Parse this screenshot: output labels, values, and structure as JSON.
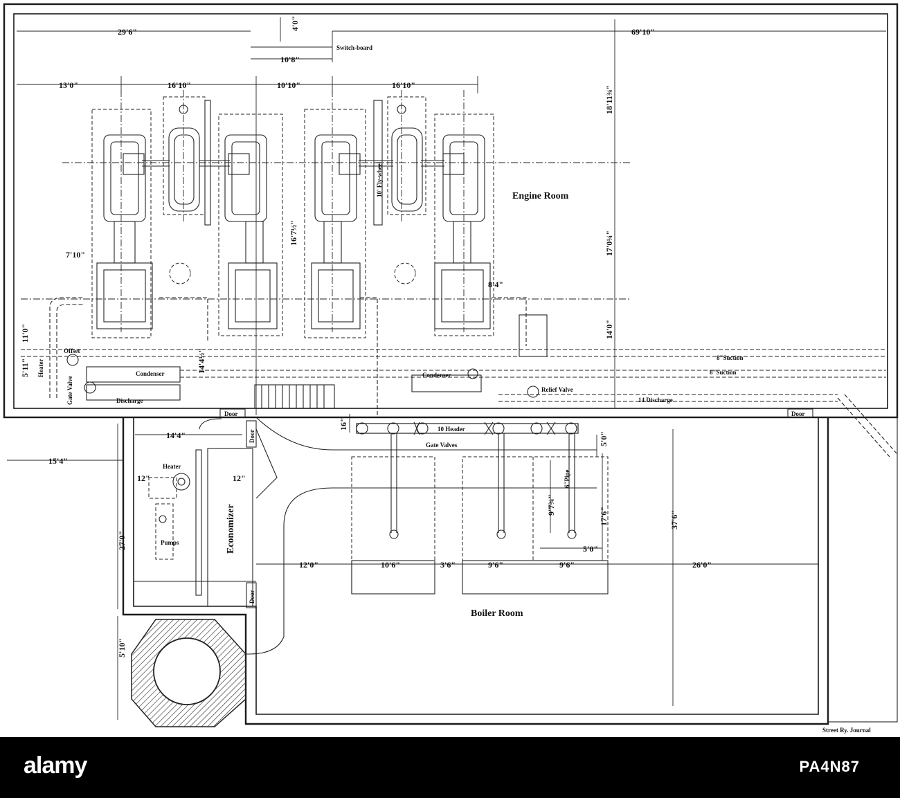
{
  "rooms": {
    "engine_room": "Engine Room",
    "boiler_room": "Boiler Room",
    "economizer": "Economizer"
  },
  "equipment": {
    "switchboard": "Switch-board",
    "heater_left": "Heater",
    "heater_boiler": "Heater",
    "pumps": "Pumps",
    "offset": "Offset",
    "condenser_left": "Condenser",
    "condenser_right": "Condenser",
    "discharge_left": "Discharge",
    "gate_valve": "Gate Valve",
    "relief_valve": "Relief Valve",
    "header": "10 Header",
    "gate_valves": "Gate Valves",
    "fly_wheel": "10' Fly-wheel",
    "pipe_6": "6\"Pipe",
    "suction_1": "8\"Suction",
    "suction_2": "8\"Suction",
    "discharge_14": "14 Discharge",
    "door_1": "Door",
    "door_2": "Door",
    "door_3": "Door",
    "door_4": "Door"
  },
  "dimensions": {
    "d_29_6": "29'6\"",
    "d_4_0": "4'0\"",
    "d_10_8": "10'8\"",
    "d_69_10": "69'10\"",
    "d_13_0": "13'0\"",
    "d_16_10a": "16'10\"",
    "d_10_10": "10'10\"",
    "d_16_10b": "16'10\"",
    "d_18_11": "18'11¾\"",
    "d_16_7": "16'7½\"",
    "d_17_0": "17'0¼\"",
    "d_7_10": "7'10\"",
    "d_8_4": "8'4\"",
    "d_14_0": "14'0\"",
    "d_11_0": "11'0\"",
    "d_5_11": "5'11\"",
    "d_14_4_v": "14'4½\"",
    "d_14_4": "14'4\"",
    "d_15_4": "15'4\"",
    "d_16": "16\"",
    "d_5_0a": "5'0\"",
    "d_12a": "12\"",
    "d_12b": "12\"",
    "d_27_0": "27'0\"",
    "d_9_7": "9'7¾\"",
    "d_17_6": "17'6\"",
    "d_37_6": "37'6\"",
    "d_5_0b": "5'0\"",
    "d_12_0": "12'0\"",
    "d_10_6": "10'6\"",
    "d_3_6": "3'6\"",
    "d_9_6a": "9'6\"",
    "d_9_6b": "9'6\"",
    "d_26_0": "26'0\"",
    "d_5_10": "5'10\""
  },
  "credit": "Street Ry. Journal",
  "footer": {
    "logo": "alamy",
    "image_id": "PA4N87"
  }
}
